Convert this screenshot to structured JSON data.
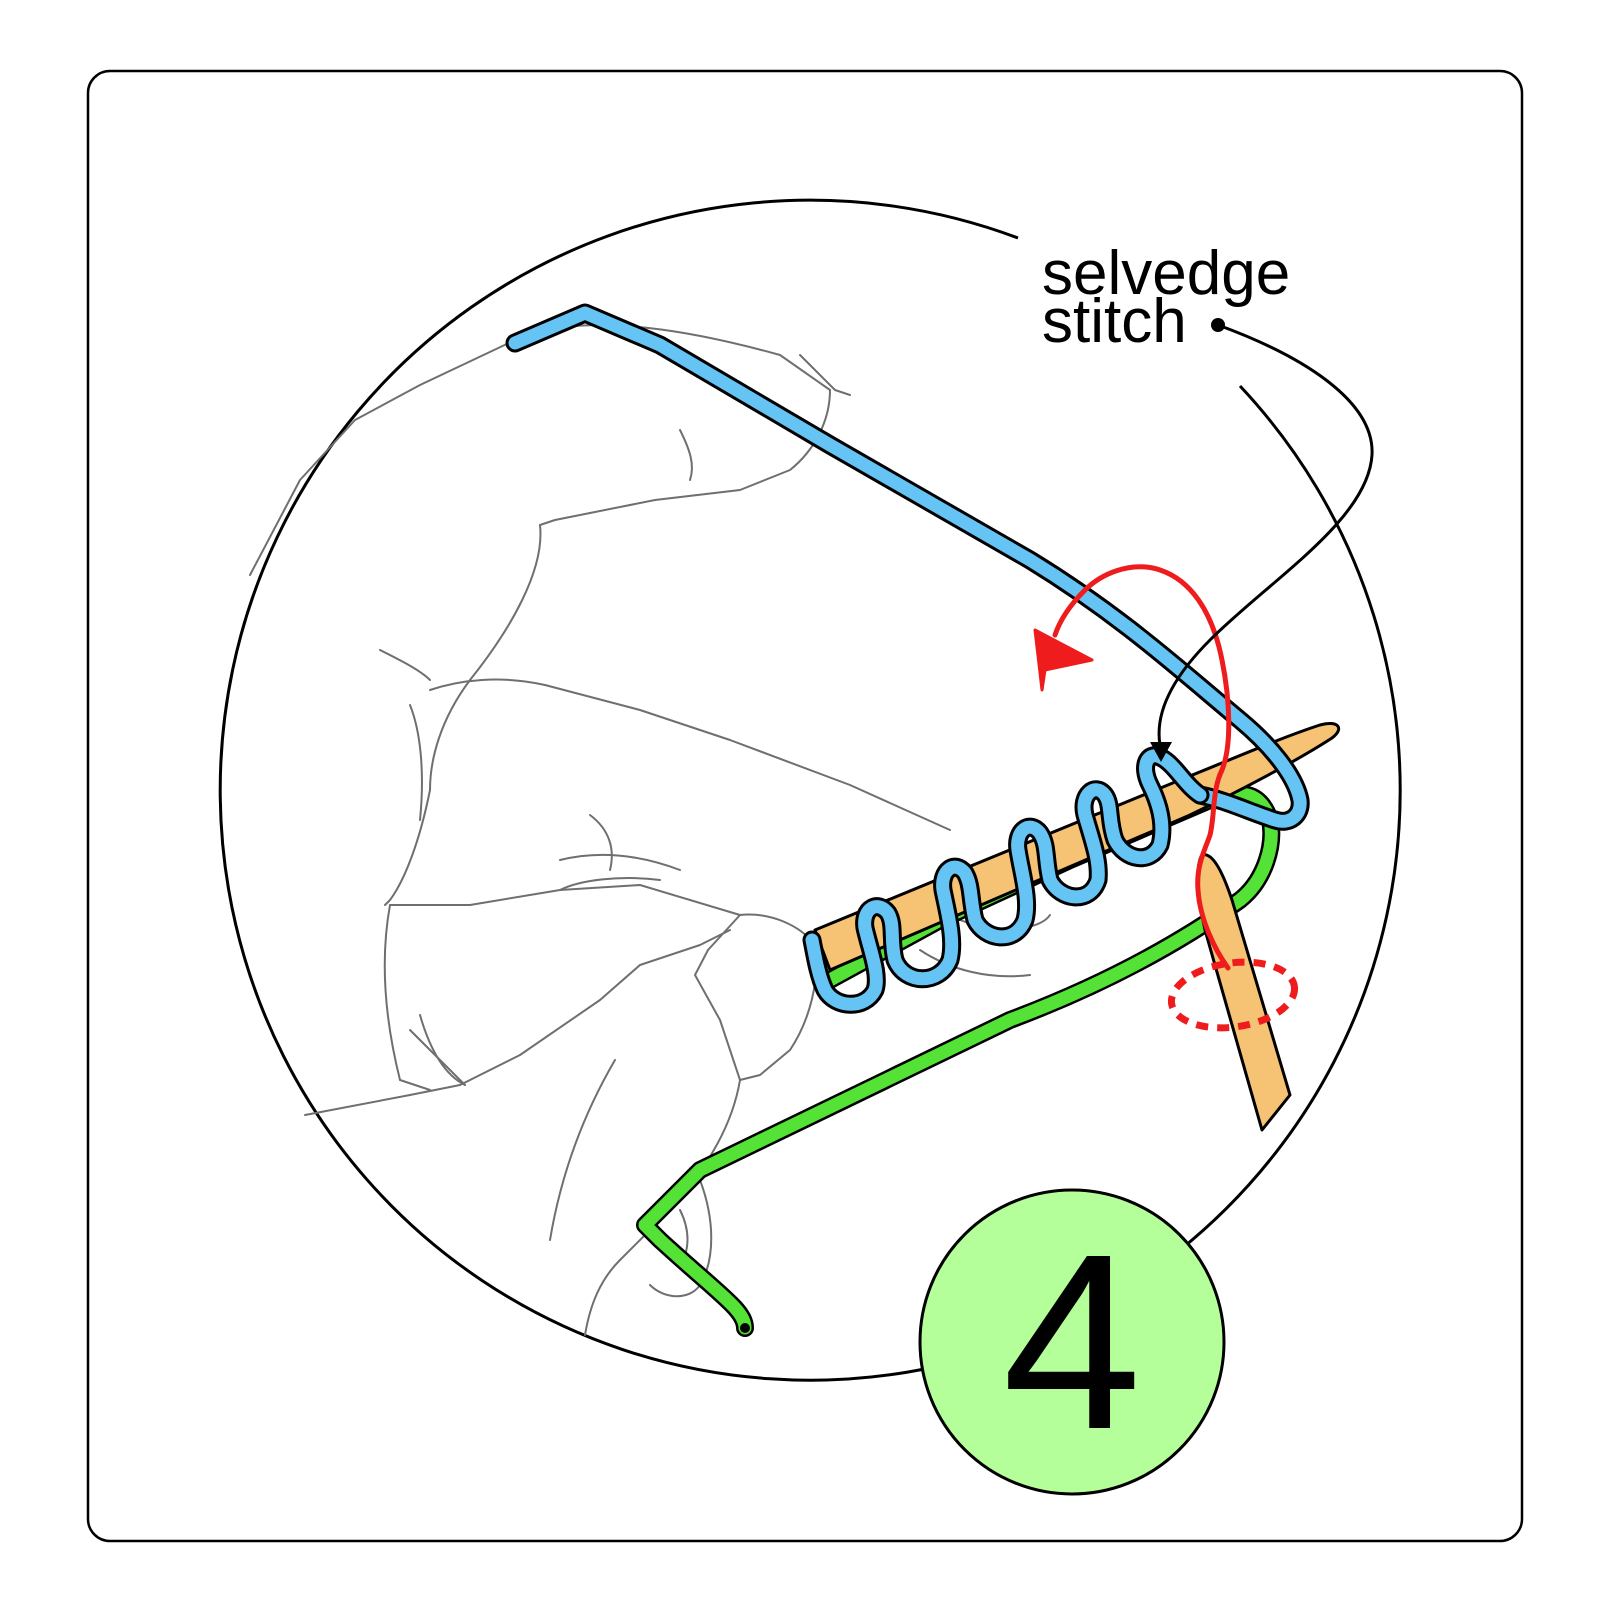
{
  "label": {
    "line1": "selvedge",
    "line2": "stitch"
  },
  "step_number": "4",
  "colors": {
    "background": "#ffffff",
    "outline": "#000000",
    "hand_line": "#6f6f6f",
    "blue_yarn": "#66c4f4",
    "green_yarn": "#55e236",
    "needle": "#f6c274",
    "red_arrow": "#ee1c1c",
    "badge_fill": "#b4ff9a"
  },
  "icons": [
    "curved-arrow-icon",
    "dotted-ellipse-icon"
  ]
}
